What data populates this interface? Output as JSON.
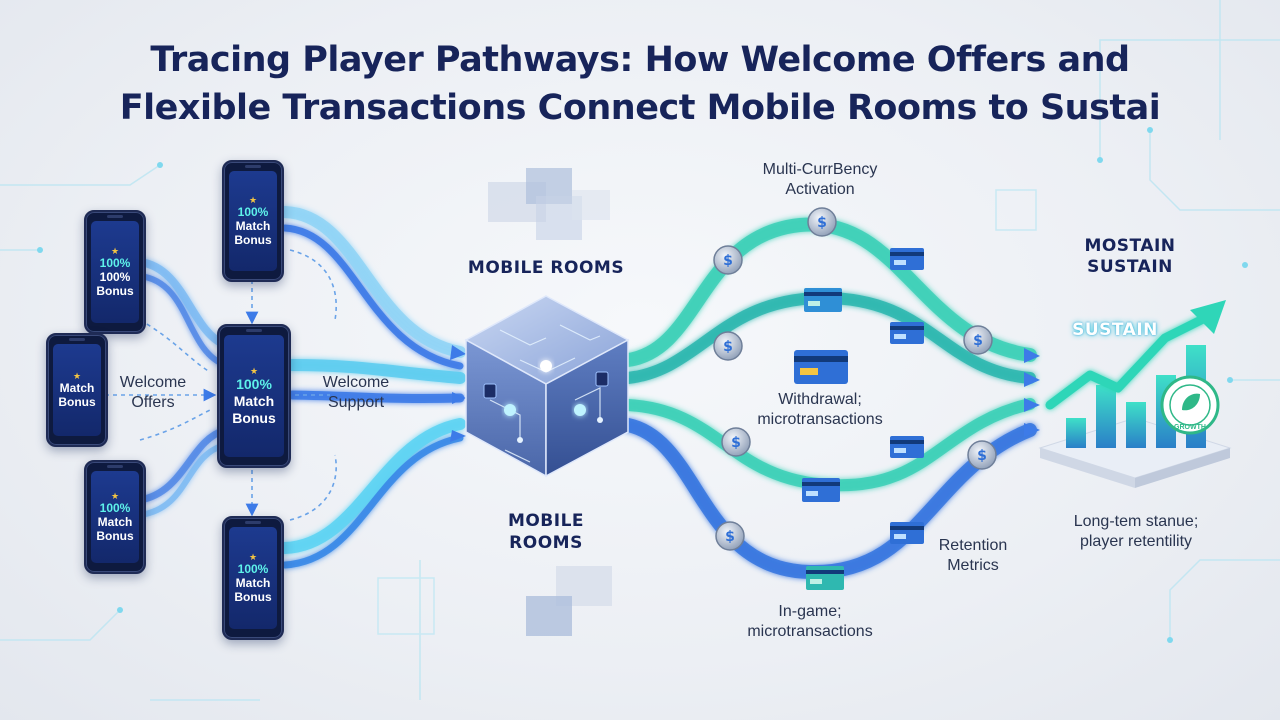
{
  "title": {
    "line1": "Tracing Player Pathways: How Welcome Offers and",
    "line2": "Flexible Transactions Connect Mobile Rooms to Sustai"
  },
  "phones": {
    "p1": {
      "pct": "100%",
      "line1": "100%",
      "line2": "Bonus"
    },
    "p2": {
      "pct": "100%",
      "line1": "Match",
      "line2": "Bonus"
    },
    "p3": {
      "pct": "",
      "line1": "Match",
      "line2": "Bonus"
    },
    "p4": {
      "pct": "100%",
      "line1": "Match",
      "line2": "Bonus"
    },
    "p5": {
      "pct": "100%",
      "line1": "Match",
      "line2": "Bonus"
    },
    "p6": {
      "pct": "100%",
      "line1": "Match",
      "line2": "Bonus"
    }
  },
  "labels": {
    "welcome_offers": [
      "Welcome",
      "Offers"
    ],
    "welcome_support": [
      "Welcome",
      "Support"
    ],
    "mobile_rooms_top": "MOBILE ROOMS",
    "mobile_rooms_bottom": [
      "MOBILE",
      "ROOMS"
    ],
    "multi_currency": [
      "Multi-CurrBency",
      "Activation"
    ],
    "withdrawal": [
      "Withdrawal;",
      "microtransactions"
    ],
    "in_game": [
      "In-game;",
      "microtransactions"
    ],
    "retention": [
      "Retention",
      "Metrics"
    ],
    "sustain_heading": [
      "MOSTAIN",
      "SUSTAIN"
    ],
    "sustain_chart": "SUSTAIN",
    "long_term": [
      "Long-tem stanue;",
      "player retentility"
    ],
    "badge": "GROWTH"
  },
  "colors": {
    "title": "#17245a",
    "flow_blue": "#3d7be8",
    "flow_cyan": "#4fd6f0",
    "flow_teal": "#34c7a8",
    "cube": "#4f6fb5",
    "coin": "#9fb0c8",
    "card": "#2f6fd6"
  }
}
